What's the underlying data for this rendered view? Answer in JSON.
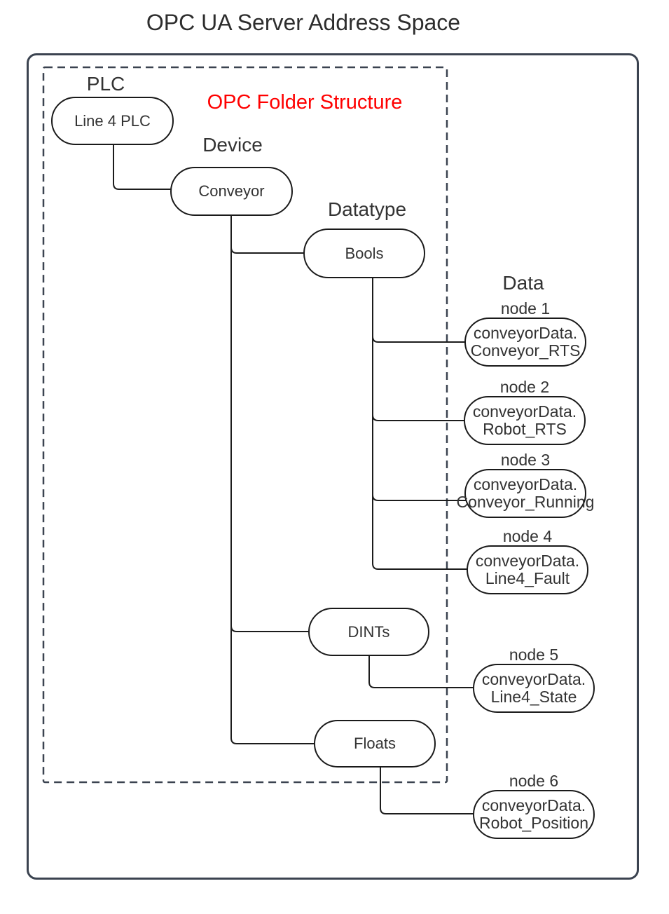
{
  "title": "OPC UA Server Address Space",
  "frame": {
    "label": "OPC Folder Structure"
  },
  "headers": {
    "plc": "PLC",
    "device": "Device",
    "datatype": "Datatype",
    "data": "Data"
  },
  "folders": {
    "plc": "Line 4 PLC",
    "device": "Conveyor",
    "bools": "Bools",
    "dints": "DINTs",
    "floats": "Floats"
  },
  "data_nodes": [
    {
      "caption": "node 1",
      "line1": "conveyorData.",
      "line2": "Conveyor_RTS"
    },
    {
      "caption": "node 2",
      "line1": "conveyorData.",
      "line2": "Robot_RTS"
    },
    {
      "caption": "node 3",
      "line1": "conveyorData.",
      "line2": "Conveyor_Running"
    },
    {
      "caption": "node 4",
      "line1": "conveyorData.",
      "line2": "Line4_Fault"
    },
    {
      "caption": "node 5",
      "line1": "conveyorData.",
      "line2": "Line4_State"
    },
    {
      "caption": "node 6",
      "line1": "conveyorData.",
      "line2": "Robot_Position"
    }
  ],
  "colors": {
    "outer_frame_border": "#3b4350",
    "dashed_folder_border": "#3b4350",
    "connector": "#1c1c1c",
    "node_border": "#1a1a1a",
    "text": "#333333",
    "accent_red": "#ff0000",
    "background": "#ffffff"
  }
}
